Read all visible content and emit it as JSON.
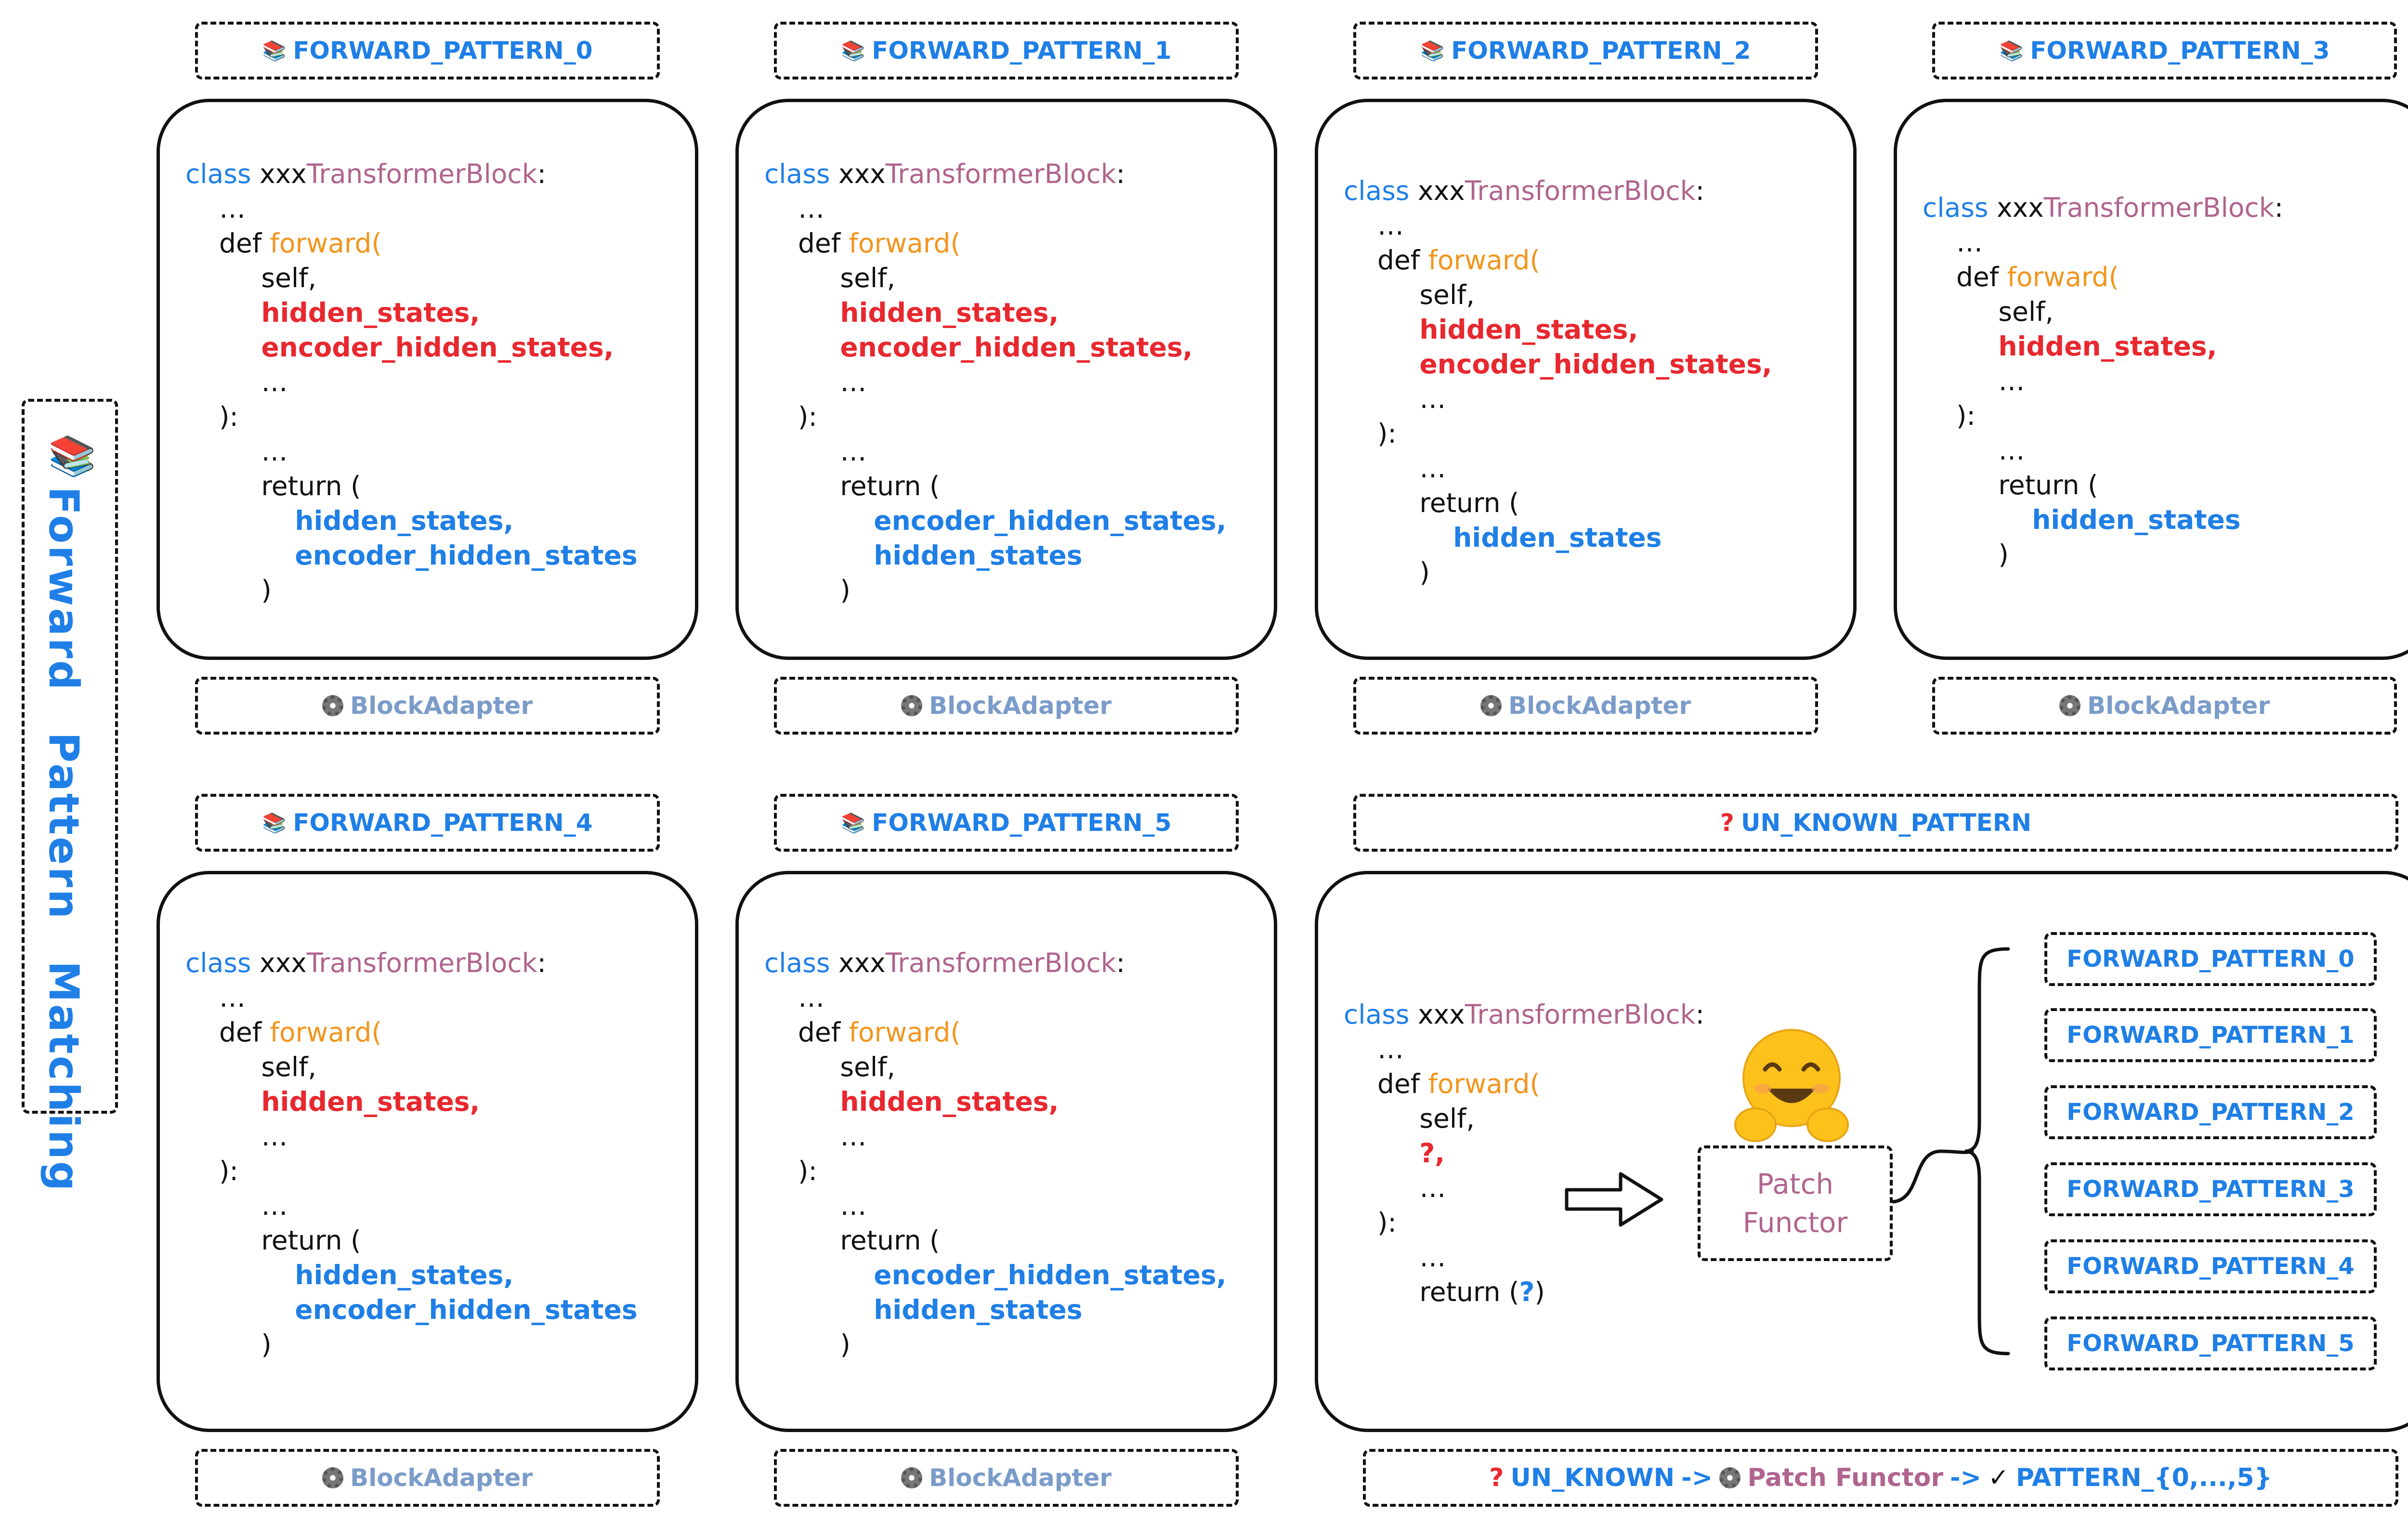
{
  "side_title": "Forward Pattern Matching",
  "icons": {
    "book": "books-icon",
    "gear": "gear-icon",
    "question": "question-mark-icon",
    "check": "check-mark-icon",
    "hug": "hugging-face-icon",
    "arrow": "arrow-right-icon"
  },
  "colors": {
    "blue": "#1f7fe6",
    "red": "#e8282f",
    "pink": "#b0648e",
    "orange": "#f2951d",
    "adapter": "#7b9cc9"
  },
  "code": {
    "class_kw": "class",
    "class_prefix": "xxx",
    "class_name": "TransformerBlock",
    "colon": ":",
    "ellipsis": "…",
    "def_kw": "def",
    "fn": "forward(",
    "self": "self,",
    "hidden_states_comma": "hidden_states,",
    "encoder_hidden_states_comma": "encoder_hidden_states,",
    "hidden_states": "hidden_states",
    "encoder_hidden_states": "encoder_hidden_states",
    "close_sig": "):",
    "return_open": "return (",
    "close_paren": ")",
    "unknown_arg": "?,",
    "return_unknown_prefix": "return (",
    "return_unknown_q": "?",
    "return_unknown_suffix": ")"
  },
  "patterns": [
    {
      "label": "FORWARD_PATTERN_0",
      "adapter": "BlockAdapter"
    },
    {
      "label": "FORWARD_PATTERN_1",
      "adapter": "BlockAdapter"
    },
    {
      "label": "FORWARD_PATTERN_2",
      "adapter": "BlockAdapter"
    },
    {
      "label": "FORWARD_PATTERN_3",
      "adapter": "BlockAdapter"
    },
    {
      "label": "FORWARD_PATTERN_4",
      "adapter": "BlockAdapter"
    },
    {
      "label": "FORWARD_PATTERN_5",
      "adapter": "BlockAdapter"
    }
  ],
  "unknown": {
    "header_q": "?",
    "header": "UN_KNOWN_PATTERN",
    "patch_line1": "Patch",
    "patch_line2": "Functor",
    "list": [
      "FORWARD_PATTERN_0",
      "FORWARD_PATTERN_1",
      "FORWARD_PATTERN_2",
      "FORWARD_PATTERN_3",
      "FORWARD_PATTERN_4",
      "FORWARD_PATTERN_5"
    ],
    "summary": {
      "q": "?",
      "unknown": "UN_KNOWN",
      "arrow1": "->",
      "functor": "Patch Functor",
      "arrow2": "->",
      "check": "✓",
      "result": "PATTERN_{0,...,5}"
    }
  }
}
